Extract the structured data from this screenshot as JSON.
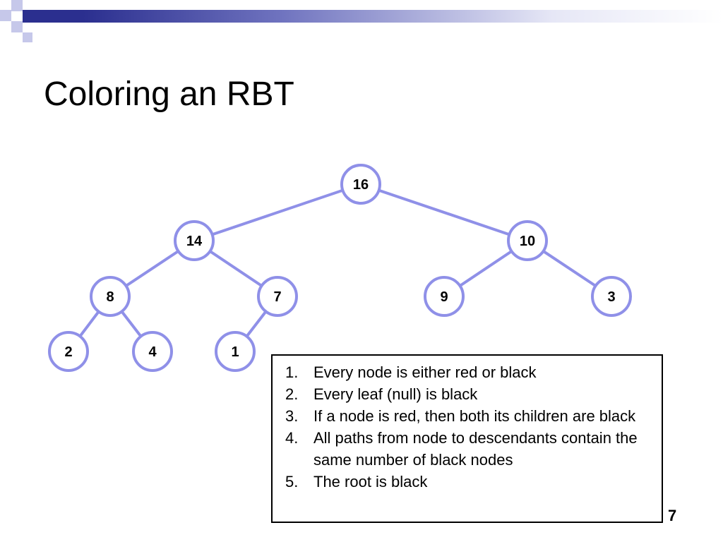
{
  "slide": {
    "title": "Coloring an RBT",
    "number": "7"
  },
  "colors": {
    "accent": "#2b2f8f",
    "node_stroke": "#8f90e8",
    "edge": "#8f90e8",
    "deco_light": "#c6c8ea"
  },
  "tree": {
    "nodes": [
      {
        "id": "n16",
        "label": "16"
      },
      {
        "id": "n14",
        "label": "14"
      },
      {
        "id": "n10",
        "label": "10"
      },
      {
        "id": "n8",
        "label": "8"
      },
      {
        "id": "n7",
        "label": "7"
      },
      {
        "id": "n9",
        "label": "9"
      },
      {
        "id": "n3",
        "label": "3"
      },
      {
        "id": "n2",
        "label": "2"
      },
      {
        "id": "n4",
        "label": "4"
      },
      {
        "id": "n1",
        "label": "1"
      }
    ],
    "edges": [
      [
        "n16",
        "n14"
      ],
      [
        "n16",
        "n10"
      ],
      [
        "n14",
        "n8"
      ],
      [
        "n14",
        "n7"
      ],
      [
        "n10",
        "n9"
      ],
      [
        "n10",
        "n3"
      ],
      [
        "n8",
        "n2"
      ],
      [
        "n8",
        "n4"
      ],
      [
        "n7",
        "n1"
      ]
    ]
  },
  "rules": [
    {
      "num": "1.",
      "text": "Every node is either red or black"
    },
    {
      "num": "2.",
      "text": "Every leaf (null) is black"
    },
    {
      "num": "3.",
      "text": "If a node is red, then both its children are black"
    },
    {
      "num": "4.",
      "text": "All paths from node to descendants contain the same number of black nodes"
    },
    {
      "num": "5.",
      "text": "The root is black"
    }
  ]
}
